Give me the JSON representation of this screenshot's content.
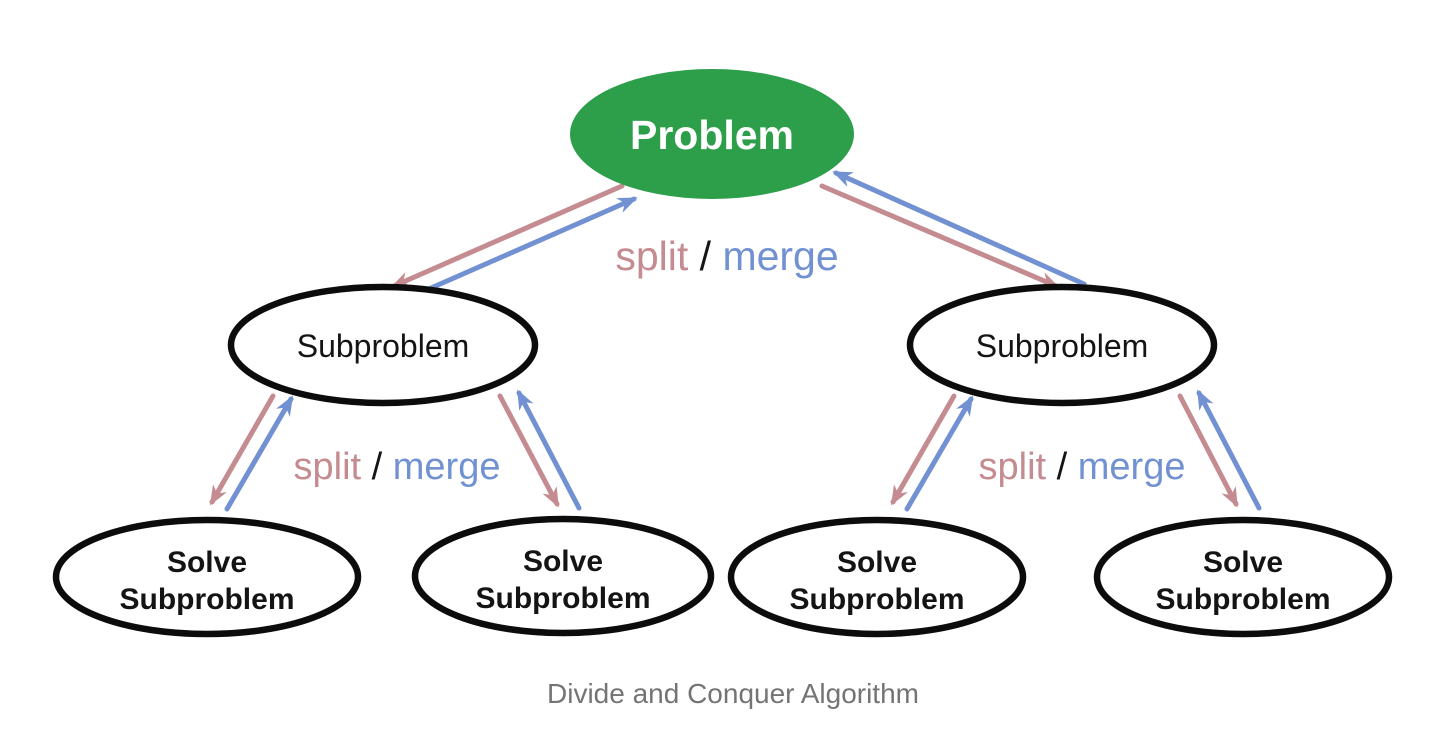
{
  "diagram": {
    "caption": "Divide and Conquer Algorithm",
    "labels": {
      "split": "split",
      "slash": " / ",
      "merge": "merge"
    },
    "nodes": {
      "problem": {
        "label": "Problem"
      },
      "subproblem_left": {
        "label": "Subproblem"
      },
      "subproblem_right": {
        "label": "Subproblem"
      },
      "solve_1": {
        "line1": "Solve",
        "line2": "Subproblem"
      },
      "solve_2": {
        "line1": "Solve",
        "line2": "Subproblem"
      },
      "solve_3": {
        "line1": "Solve",
        "line2": "Subproblem"
      },
      "solve_4": {
        "line1": "Solve",
        "line2": "Subproblem"
      }
    },
    "colors": {
      "problem_fill": "#2d9e4a",
      "problem_text": "#ffffff",
      "split_pink": "#c48b90",
      "merge_blue": "#7191d2",
      "slash_black": "#151515",
      "caption_gray": "#747474"
    }
  }
}
